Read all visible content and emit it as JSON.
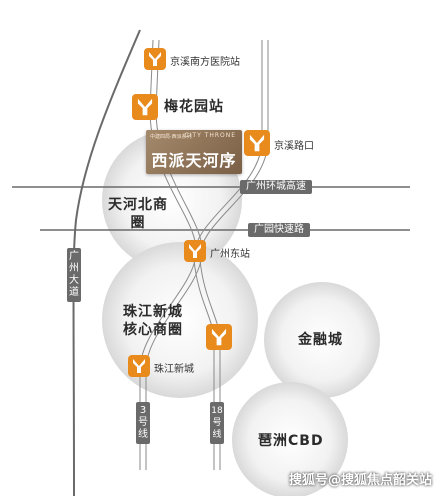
{
  "project": {
    "subtitle": "中建四局·西派系列",
    "english": "CITY THRONE",
    "name": "西派天河序"
  },
  "stations": {
    "jingxi_nanfang": "京溪南方医院站",
    "meihuayuan": "梅花园站",
    "jingxi_road": "京溪路口",
    "guangzhou_east": "广州东站",
    "zhujiang_xincheng": "珠江新城"
  },
  "roads": {
    "ring_expressway": "广州环城高速",
    "guangyuan_expressway": "广园快速路",
    "guangzhou_avenue": "广州大道"
  },
  "lines": {
    "line3": "3号线",
    "line18": "18号线"
  },
  "areas": {
    "tianhe_north": "天河北商圈",
    "zhujiang_core": "珠江新城核心商圈",
    "finance_city": "金融城",
    "pazhou": "琶洲CBD"
  },
  "colors": {
    "metro_orange": "#e88a1c",
    "road_tag_grey": "#6a6a6a",
    "project_bronze": "#8f7457"
  },
  "watermark": "搜狐号@搜狐焦点韶关站"
}
